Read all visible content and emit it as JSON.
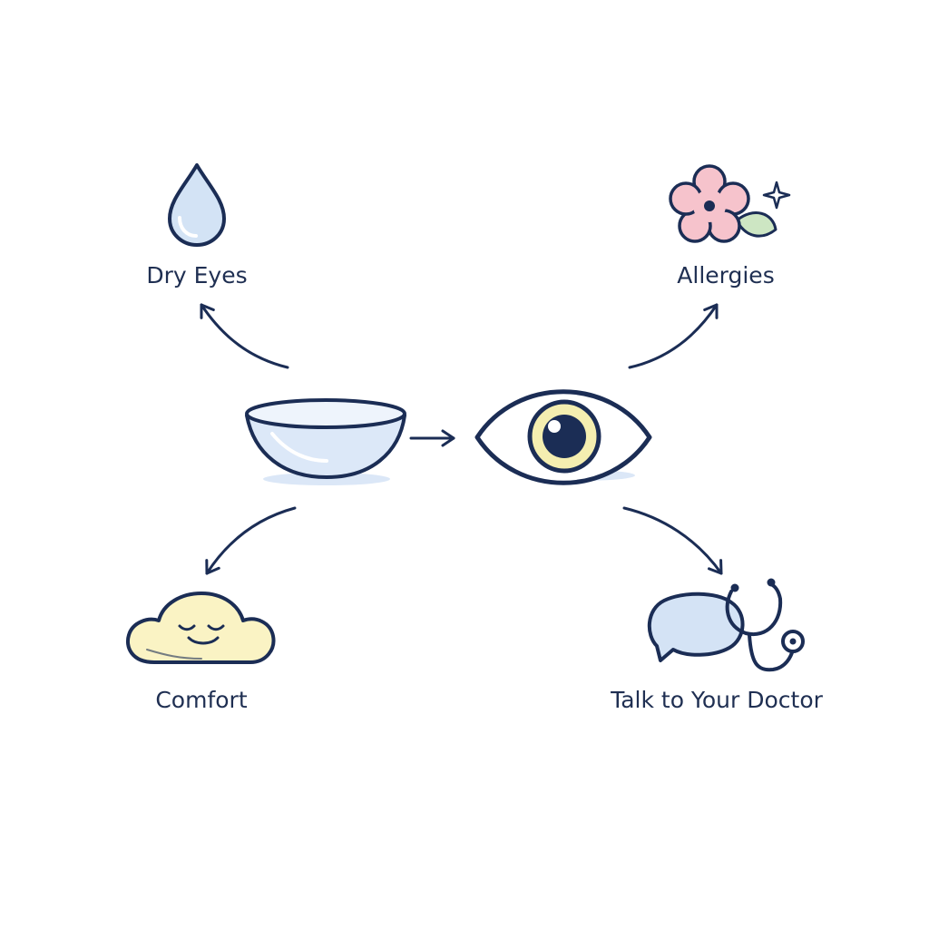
{
  "colors": {
    "stroke": "#1b2d55",
    "lens_fill": "#dce8f8",
    "drop_fill": "#d3e3f5",
    "iris": "#f4eeb0",
    "pupil": "#1b2d55",
    "flower": "#f6c3cc",
    "leaf": "#cde6c3",
    "cloud": "#faf3c4",
    "bubble": "#d4e3f5",
    "shadow": "#dbe7f7"
  },
  "nodes": {
    "dry_eyes": {
      "label": "Dry Eyes",
      "icon": "water-drop-icon"
    },
    "allergies": {
      "label": "Allergies",
      "icon": "flower-icon"
    },
    "comfort": {
      "label": "Comfort",
      "icon": "smiling-cloud-icon"
    },
    "doctor": {
      "label": "Talk to Your Doctor",
      "icon": "speech-bubble-stethoscope-icon"
    },
    "lens": {
      "icon": "contact-lens-icon"
    },
    "eye": {
      "icon": "eye-icon"
    }
  }
}
